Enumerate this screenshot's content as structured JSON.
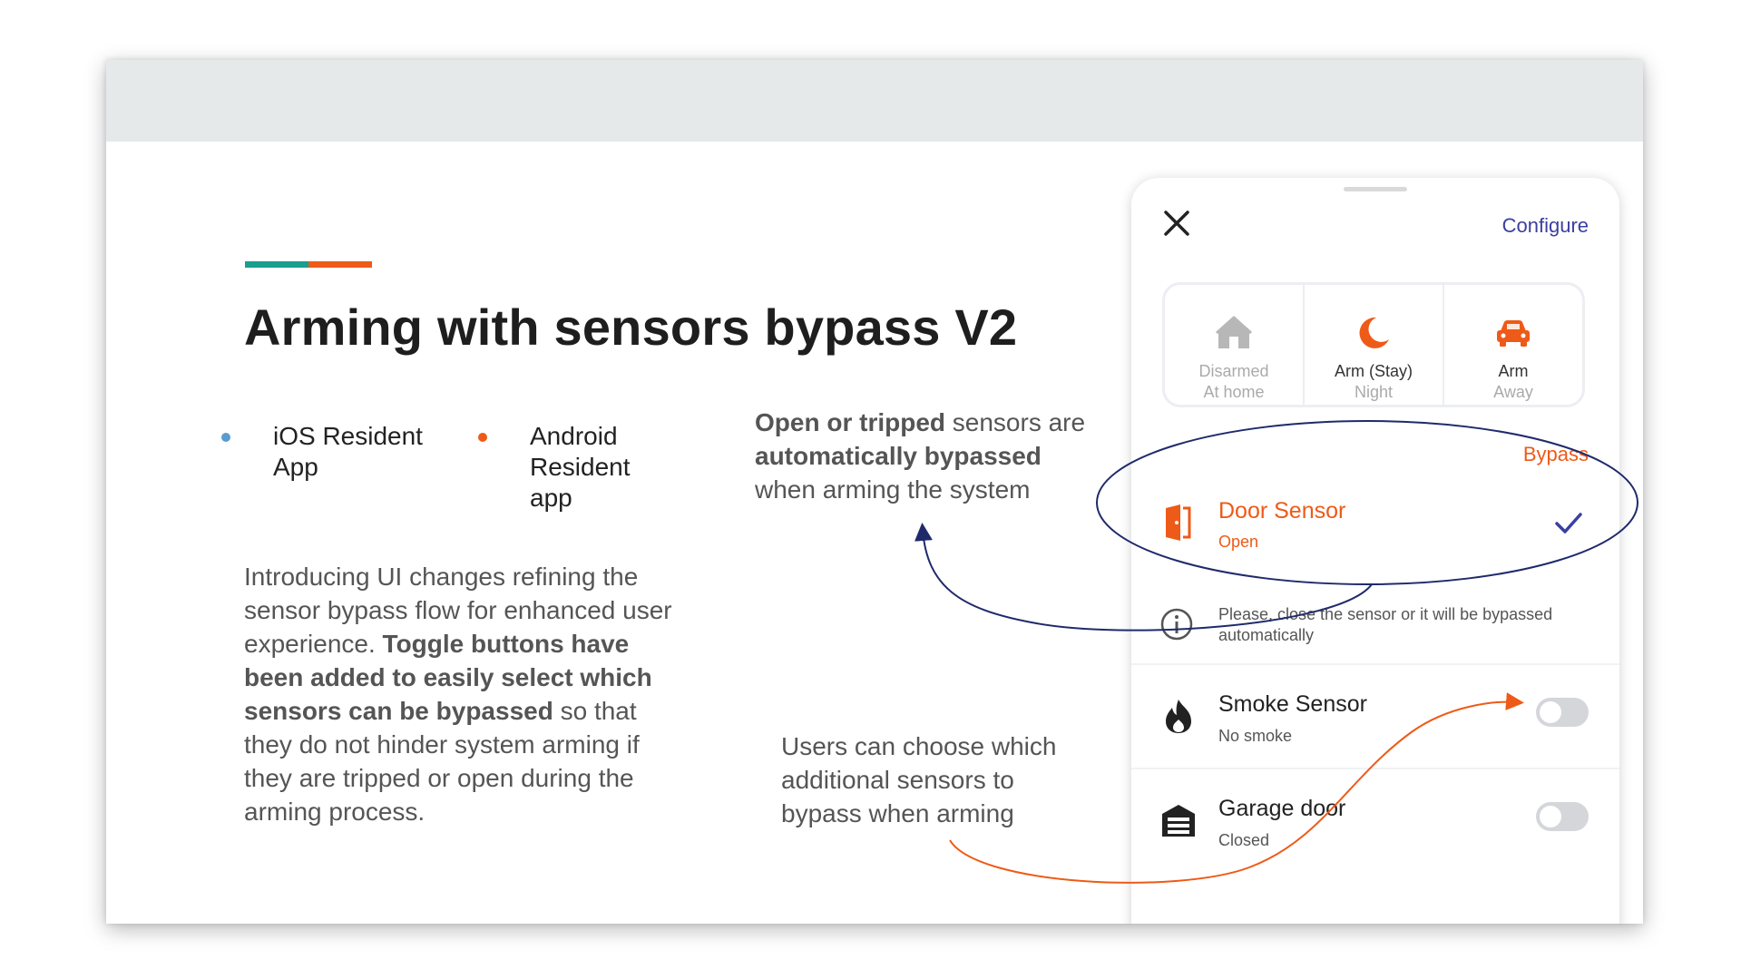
{
  "slide": {
    "title": "Arming with sensors bypass V2",
    "bullets": [
      {
        "label": "iOS Resident App",
        "color": "#5a9bd0"
      },
      {
        "label": "Android Resident app",
        "color": "#ee5a17"
      }
    ],
    "intro": {
      "part1": "Introducing UI changes refining the sensor bypass flow for enhanced user experience. ",
      "bold": "Toggle buttons have been added to easily select which sensors can be bypassed",
      "part2": " so that they do not hinder system arming if they are tripped or open during the arming process."
    },
    "note1": {
      "bold1": "Open or tripped",
      "text1": " sensors are ",
      "bold2": "automatically bypassed",
      "text2": " when arming the system"
    },
    "note2": "Users can choose which additional sensors to bypass when arming",
    "accent_colors": [
      "#1a9e8f",
      "#ee5a17"
    ]
  },
  "app": {
    "close_icon": "close-icon",
    "configure_label": "Configure",
    "modes": [
      {
        "label": "Disarmed",
        "sub": "At home",
        "icon": "house-icon"
      },
      {
        "label": "Arm (Stay)",
        "sub": "Night",
        "icon": "moon-icon"
      },
      {
        "label": "Arm",
        "sub": "Away",
        "icon": "car-icon"
      }
    ],
    "bypass_label": "Bypass",
    "door_sensor": {
      "name": "Door Sensor",
      "status": "Open",
      "bypassed": true,
      "icon": "door-icon"
    },
    "info_text": "Please, close the sensor or it will be bypassed automatically",
    "smoke_sensor": {
      "name": "Smoke Sensor",
      "status": "No smoke",
      "bypassed": false,
      "icon": "flame-icon"
    },
    "garage_sensor": {
      "name": "Garage door",
      "status": "Closed",
      "bypassed": false,
      "icon": "garage-icon"
    },
    "colors": {
      "accent": "#ee5a17",
      "link": "#3b3fa0",
      "annotation_blue": "#1f2a6b"
    }
  }
}
